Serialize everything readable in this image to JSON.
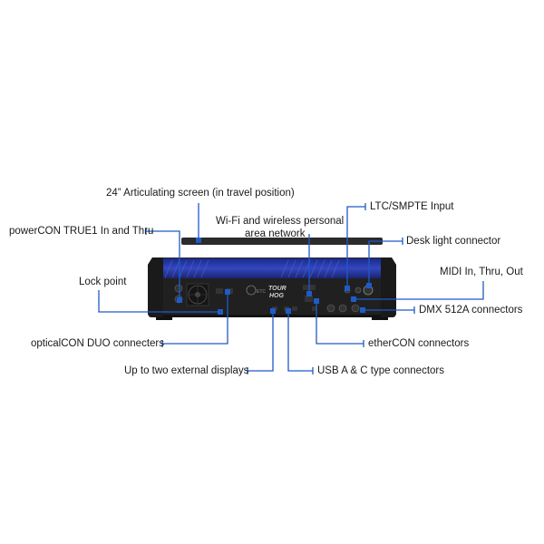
{
  "labels": {
    "screen": "24” Articulating screen (in travel position)",
    "powercon": "powerCON TRUE1 In and Thru",
    "wifi_line1": "Wi-Fi and wireless personal",
    "wifi_line2": "area network",
    "ltc": "LTC/SMPTE Input",
    "desk_light": "Desk light connector",
    "midi": "MIDI In, Thru, Out",
    "lock": "Lock point",
    "dmx": "DMX 512A connectors",
    "opticalcon": "opticalCON DUO connecters",
    "ethercon": "etherCON connectors",
    "displays": "Up to two external displays",
    "usb": "USB A & C type connectors"
  },
  "device": {
    "logo_line1": "TOUR",
    "logo_line2": "HOG",
    "etc_mark": "ETC"
  },
  "colors": {
    "callout": "#1e5bc6",
    "body": "#1c1c1c",
    "screen_glow": "#2c3fa0"
  }
}
